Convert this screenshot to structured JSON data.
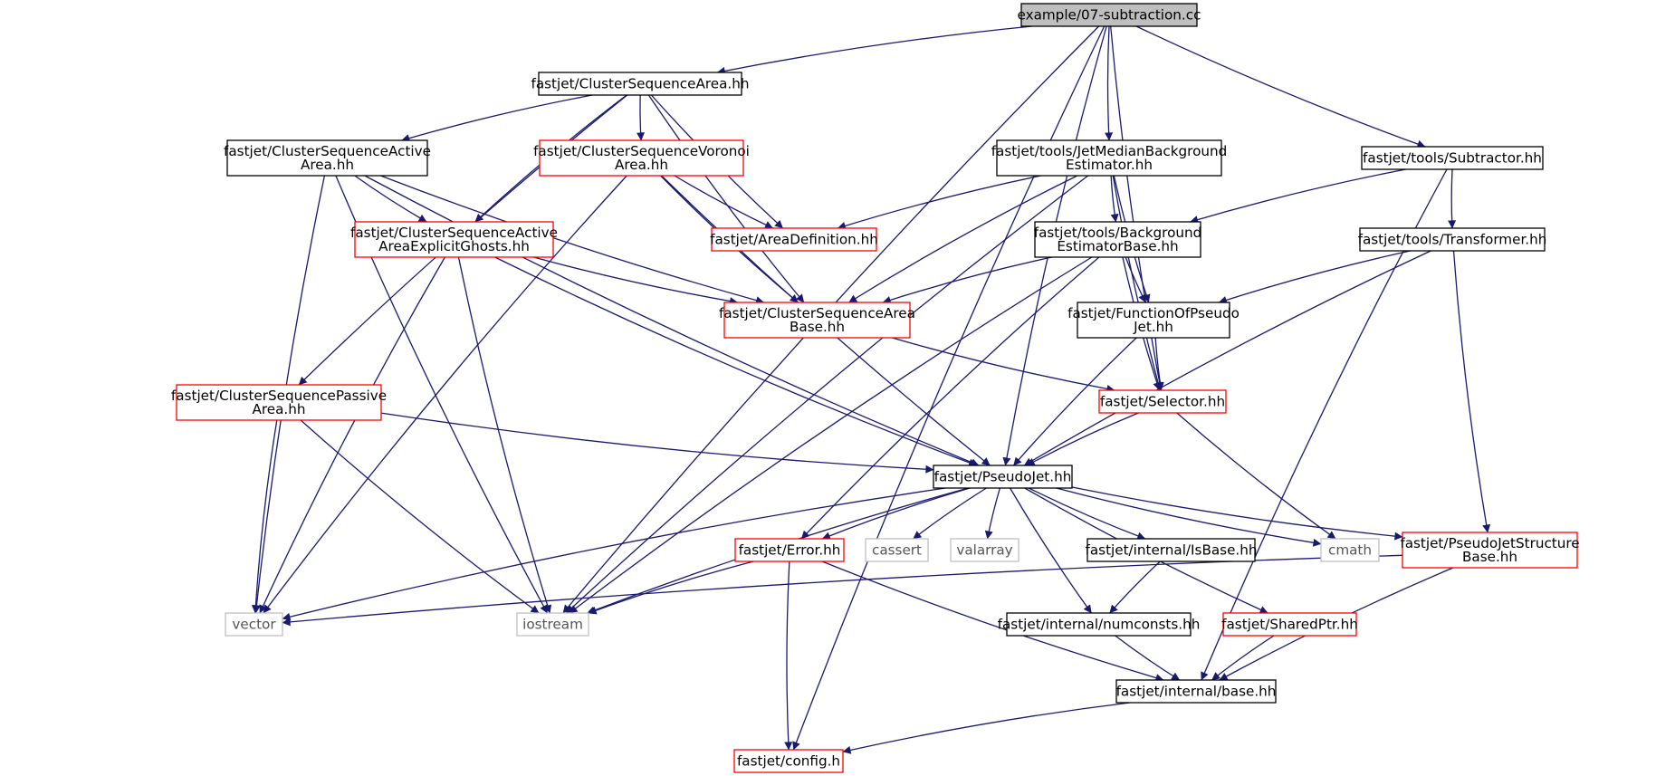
{
  "diagram": {
    "colors": {
      "edge": "#191970",
      "border_normal": "#000000",
      "border_red": "#ff0000",
      "border_grey": "#bfbfbf",
      "root_fill": "#bfbfbf",
      "node_fill": "#ffffff"
    },
    "nodes": [
      {
        "id": "root",
        "lines": [
          "example/07-subtraction.cc"
        ],
        "style": "root"
      },
      {
        "id": "csa",
        "lines": [
          "fastjet/ClusterSequenceArea.hh"
        ],
        "style": "normal"
      },
      {
        "id": "csaa",
        "lines": [
          "fastjet/ClusterSequenceActive",
          "Area.hh"
        ],
        "style": "normal"
      },
      {
        "id": "csva",
        "lines": [
          "fastjet/ClusterSequenceVoronoi",
          "Area.hh"
        ],
        "style": "red"
      },
      {
        "id": "jmbe",
        "lines": [
          "fastjet/tools/JetMedianBackground",
          "Estimator.hh"
        ],
        "style": "normal"
      },
      {
        "id": "sub",
        "lines": [
          "fastjet/tools/Subtractor.hh"
        ],
        "style": "normal"
      },
      {
        "id": "csaaeg",
        "lines": [
          "fastjet/ClusterSequenceActive",
          "AreaExplicitGhosts.hh"
        ],
        "style": "red"
      },
      {
        "id": "areadef",
        "lines": [
          "fastjet/AreaDefinition.hh"
        ],
        "style": "red"
      },
      {
        "id": "bgeb",
        "lines": [
          "fastjet/tools/Background",
          "EstimatorBase.hh"
        ],
        "style": "normal"
      },
      {
        "id": "trans",
        "lines": [
          "fastjet/tools/Transformer.hh"
        ],
        "style": "normal"
      },
      {
        "id": "csab",
        "lines": [
          "fastjet/ClusterSequenceArea",
          "Base.hh"
        ],
        "style": "red"
      },
      {
        "id": "fopj",
        "lines": [
          "fastjet/FunctionOfPseudo",
          "Jet.hh"
        ],
        "style": "normal"
      },
      {
        "id": "cspa",
        "lines": [
          "fastjet/ClusterSequencePassive",
          "Area.hh"
        ],
        "style": "red"
      },
      {
        "id": "sel",
        "lines": [
          "fastjet/Selector.hh"
        ],
        "style": "red"
      },
      {
        "id": "pj",
        "lines": [
          "fastjet/PseudoJet.hh"
        ],
        "style": "normal"
      },
      {
        "id": "err",
        "lines": [
          "fastjet/Error.hh"
        ],
        "style": "red"
      },
      {
        "id": "cassert",
        "lines": [
          "cassert"
        ],
        "style": "grey"
      },
      {
        "id": "valarray",
        "lines": [
          "valarray"
        ],
        "style": "grey"
      },
      {
        "id": "isbase",
        "lines": [
          "fastjet/internal/IsBase.hh"
        ],
        "style": "normal"
      },
      {
        "id": "cmath",
        "lines": [
          "cmath"
        ],
        "style": "grey"
      },
      {
        "id": "pjsb",
        "lines": [
          "fastjet/PseudoJetStructure",
          "Base.hh"
        ],
        "style": "red"
      },
      {
        "id": "vector",
        "lines": [
          "vector"
        ],
        "style": "grey"
      },
      {
        "id": "iostream",
        "lines": [
          "iostream"
        ],
        "style": "grey"
      },
      {
        "id": "numconsts",
        "lines": [
          "fastjet/internal/numconsts.hh"
        ],
        "style": "normal"
      },
      {
        "id": "sharedptr",
        "lines": [
          "fastjet/SharedPtr.hh"
        ],
        "style": "red"
      },
      {
        "id": "base",
        "lines": [
          "fastjet/internal/base.hh"
        ],
        "style": "normal"
      },
      {
        "id": "config",
        "lines": [
          "fastjet/config.h"
        ],
        "style": "red"
      }
    ],
    "edges": [
      [
        "root",
        "csa"
      ],
      [
        "root",
        "jmbe"
      ],
      [
        "root",
        "sub"
      ],
      [
        "root",
        "sel"
      ],
      [
        "root",
        "pj"
      ],
      [
        "root",
        "iostream"
      ],
      [
        "root",
        "config"
      ],
      [
        "csa",
        "csaa"
      ],
      [
        "csa",
        "csva"
      ],
      [
        "csa",
        "csaaeg"
      ],
      [
        "csa",
        "areadef"
      ],
      [
        "csa",
        "csab"
      ],
      [
        "csa",
        "cspa"
      ],
      [
        "csaa",
        "csaaeg"
      ],
      [
        "csaa",
        "csab"
      ],
      [
        "csaa",
        "pj"
      ],
      [
        "csaa",
        "vector"
      ],
      [
        "csaa",
        "iostream"
      ],
      [
        "csva",
        "areadef"
      ],
      [
        "csva",
        "csab"
      ],
      [
        "csva",
        "pj"
      ],
      [
        "csva",
        "vector"
      ],
      [
        "jmbe",
        "areadef"
      ],
      [
        "jmbe",
        "csab"
      ],
      [
        "jmbe",
        "bgeb"
      ],
      [
        "jmbe",
        "fopj"
      ],
      [
        "jmbe",
        "sel"
      ],
      [
        "jmbe",
        "iostream"
      ],
      [
        "sub",
        "bgeb"
      ],
      [
        "sub",
        "trans"
      ],
      [
        "sub",
        "base"
      ],
      [
        "csaaeg",
        "csab"
      ],
      [
        "csaaeg",
        "pj"
      ],
      [
        "csaaeg",
        "vector"
      ],
      [
        "csaaeg",
        "iostream"
      ],
      [
        "bgeb",
        "csab"
      ],
      [
        "bgeb",
        "fopj"
      ],
      [
        "bgeb",
        "sel"
      ],
      [
        "bgeb",
        "err"
      ],
      [
        "bgeb",
        "iostream"
      ],
      [
        "trans",
        "fopj"
      ],
      [
        "trans",
        "pj"
      ],
      [
        "trans",
        "pjsb"
      ],
      [
        "csab",
        "sel"
      ],
      [
        "fopj",
        "sel"
      ],
      [
        "fopj",
        "pj"
      ],
      [
        "cspa",
        "pj"
      ],
      [
        "cspa",
        "vector"
      ],
      [
        "cspa",
        "iostream"
      ],
      [
        "sel",
        "pj"
      ],
      [
        "sel",
        "cmath"
      ],
      [
        "pj",
        "err"
      ],
      [
        "pj",
        "cassert"
      ],
      [
        "pj",
        "valarray"
      ],
      [
        "pj",
        "isbase"
      ],
      [
        "pj",
        "cmath"
      ],
      [
        "pj",
        "pjsb"
      ],
      [
        "pj",
        "vector"
      ],
      [
        "pj",
        "iostream"
      ],
      [
        "pj",
        "numconsts"
      ],
      [
        "pj",
        "sharedptr"
      ],
      [
        "err",
        "iostream"
      ],
      [
        "err",
        "config"
      ],
      [
        "err",
        "base"
      ],
      [
        "isbase",
        "numconsts"
      ],
      [
        "pjsb",
        "vector"
      ],
      [
        "pjsb",
        "base"
      ],
      [
        "numconsts",
        "base"
      ],
      [
        "sharedptr",
        "base"
      ],
      [
        "base",
        "config"
      ]
    ]
  }
}
